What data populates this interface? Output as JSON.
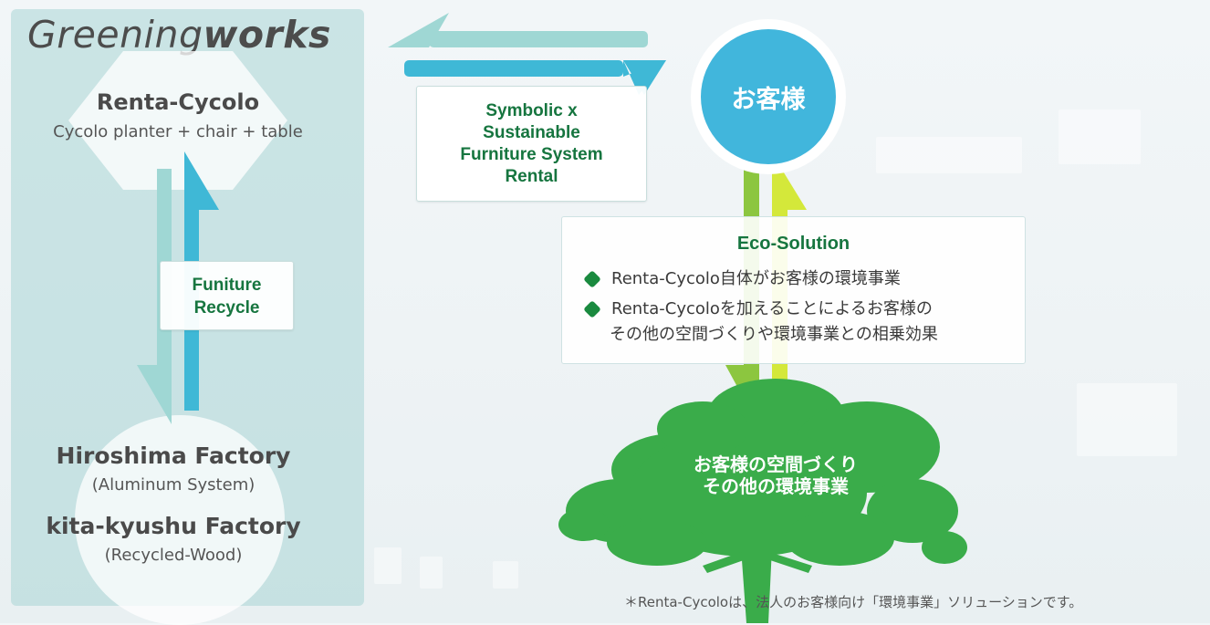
{
  "brand": {
    "part1": "Greening",
    "part2": "works"
  },
  "left": {
    "top_title": "Renta-Cycolo",
    "top_subtitle": "Cycolo planter + chair + table",
    "recycle_label_1": "Funiture",
    "recycle_label_2": "Recycle",
    "factory1_title": "Hiroshima Factory",
    "factory1_sub": "(Aluminum System)",
    "factory2_title": "kita-kyushu Factory",
    "factory2_sub": "(Recycled-Wood)"
  },
  "rental_box": {
    "line1": "Symbolic x",
    "line2": "Sustainable",
    "line3": "Furniture System",
    "line4": "Rental"
  },
  "customer": {
    "label": "お客様"
  },
  "eco": {
    "title": "Eco-Solution",
    "item1": "Renta-Cycolo自体がお客様の環境事業",
    "item2_line1": "Renta-Cycoloを加えることによるお客様の",
    "item2_line2": "その他の空間づくりや環境事業との相乗効果"
  },
  "tree": {
    "line1": "お客様の空間づくり",
    "line2": "その他の環境事業"
  },
  "footnote": {
    "part1": "＊Renta-Cycolo",
    "part2": "は、法人のお客様向け「環境事業」ソリューションです。"
  },
  "colors": {
    "panel": "#aad6d6",
    "arrow_teal": "#9fd7d4",
    "arrow_blue": "#3fb8d6",
    "arrow_green": "#8cc63f",
    "arrow_lime": "#d4e83a",
    "tree": "#3aac4a",
    "label_green": "#16753f",
    "customer_blue": "#41b6dc"
  }
}
